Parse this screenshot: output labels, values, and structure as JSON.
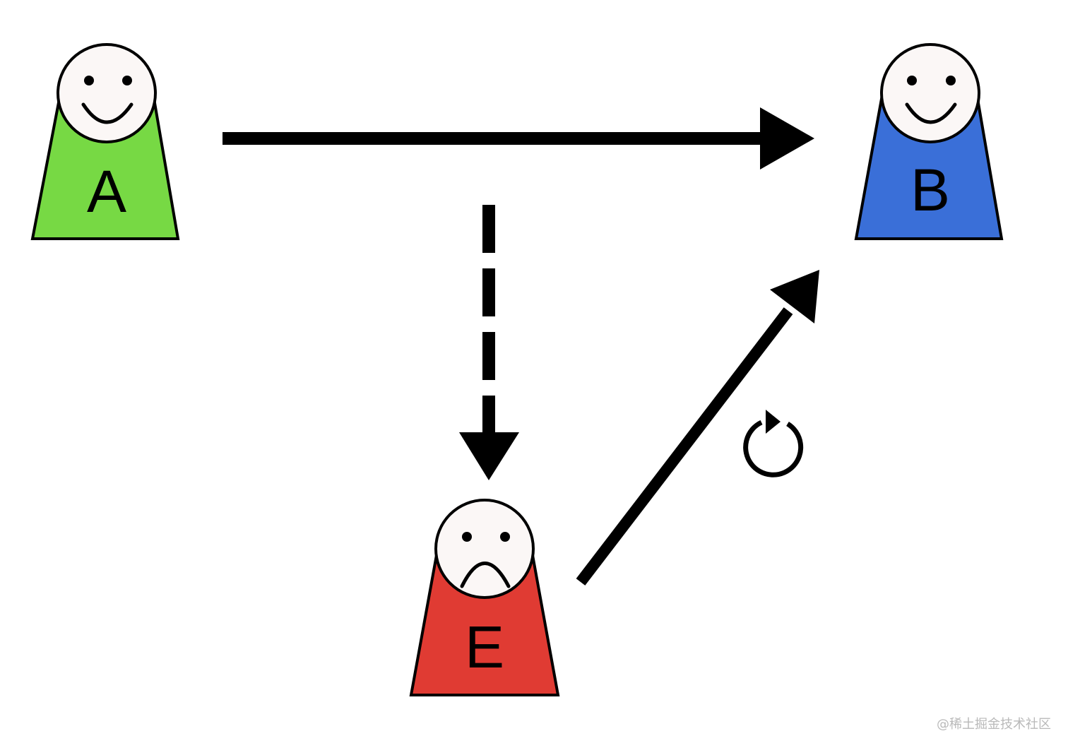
{
  "persons": [
    {
      "id": "A",
      "label": "A",
      "body_color": "#77d944",
      "mood": "happy"
    },
    {
      "id": "B",
      "label": "B",
      "body_color": "#3a6fd8",
      "mood": "happy"
    },
    {
      "id": "E",
      "label": "E",
      "body_color": "#e03b33",
      "mood": "sad"
    }
  ],
  "edges": [
    {
      "from": "A",
      "to": "B",
      "style": "solid"
    },
    {
      "from": "A",
      "to": "E",
      "style": "dashed"
    },
    {
      "from": "E",
      "to": "B",
      "style": "solid",
      "annotation": "replay-icon"
    }
  ],
  "colors": {
    "face": "#fbf7f6",
    "stroke": "#000000"
  },
  "watermark": "@稀土掘金技术社区"
}
